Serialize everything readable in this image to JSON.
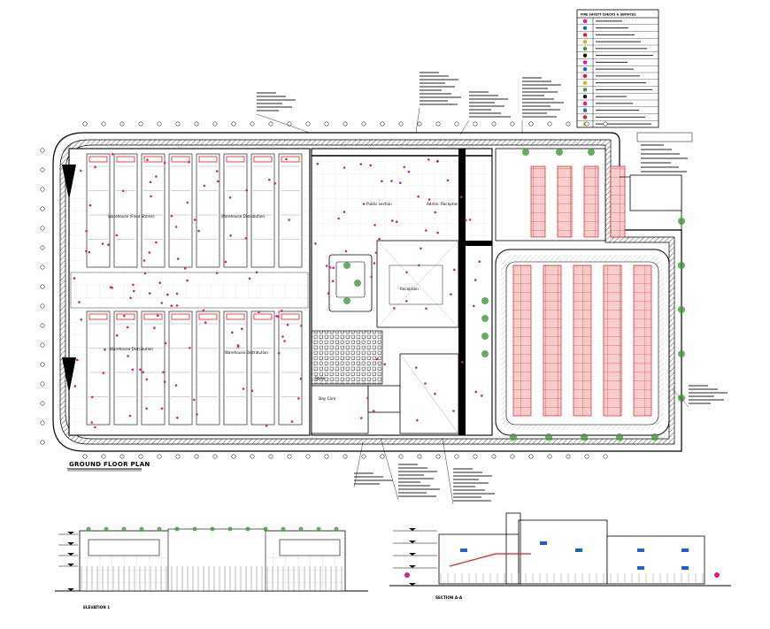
{
  "drawing": {
    "plan_title": "GROUND FLOOR PLAN",
    "elevation_title": "ELEVATION 1",
    "section_title": "SECTION A-A"
  },
  "legend": {
    "title": "FIRE SAFETY CHECKS & SERVICES"
  },
  "rooms": {
    "warehouse_a": "Warehouse (Food Stores)",
    "warehouse_b": "Warehouse Distribution",
    "warehouse_c": "Warehouse Distribution",
    "warehouse_d": "Warehouse Distribution",
    "office": "Public section",
    "admin": "Admin. Reception",
    "store": "Store",
    "day_care": "Day Care",
    "reception": "Reception"
  },
  "colors": {
    "parking_fill": "#f6cccc",
    "parking_line": "#e31d1d",
    "fire_marker": "#e0197d",
    "tree": "#3f9a35",
    "wall": "#000000",
    "light_hatch": "#c9c9c9"
  }
}
